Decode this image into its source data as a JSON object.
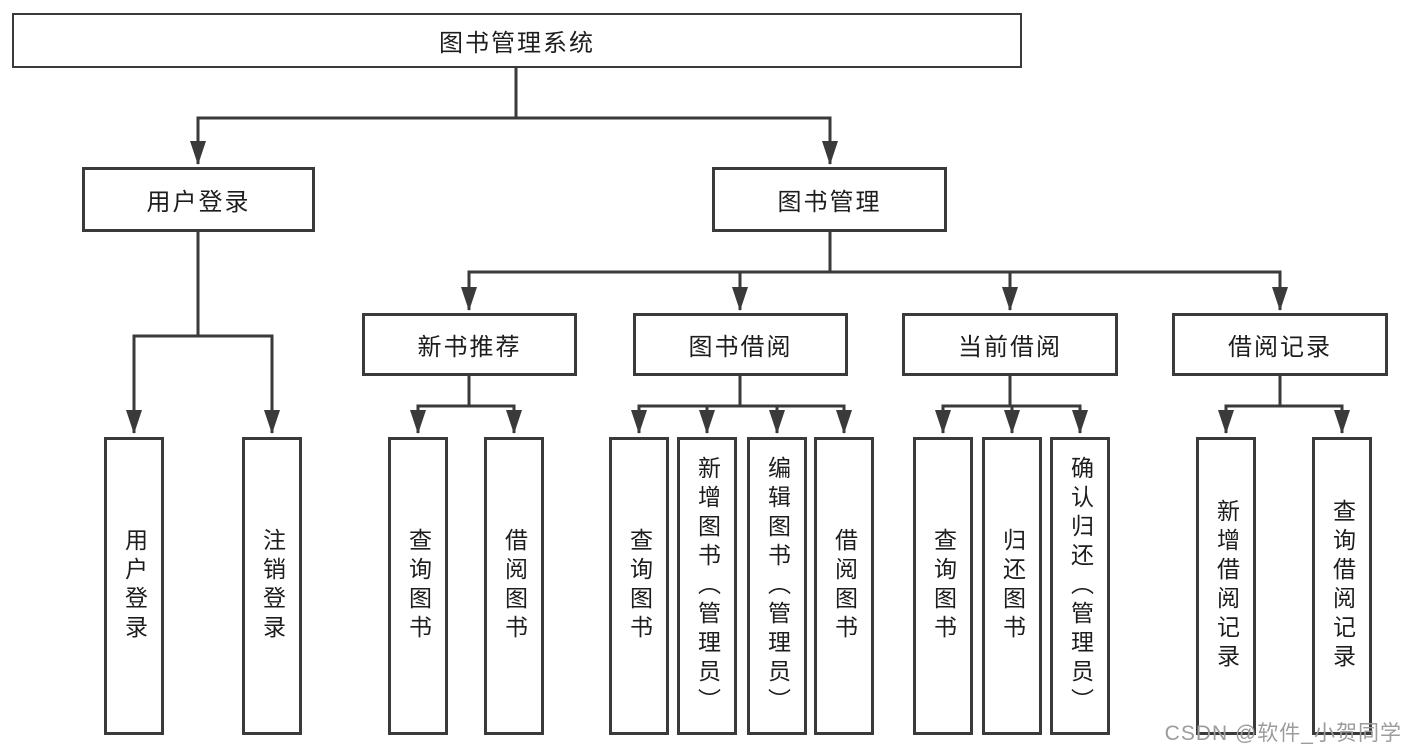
{
  "page": {
    "background": "#ffffff"
  },
  "colors": {
    "line": "#3a3a3a",
    "box_border": "#3a3a3a",
    "box_text": "#1d1d1d",
    "watermark": "#9c9c9c"
  },
  "watermark": {
    "text": "CSDN @软件_小贺同学"
  },
  "tree": {
    "root": {
      "label": "图书管理系统"
    },
    "level2": {
      "user_login": {
        "label": "用户登录"
      },
      "book_management": {
        "label": "图书管理"
      }
    },
    "level3": {
      "new_book_recommend": {
        "label": "新书推荐"
      },
      "book_borrow": {
        "label": "图书借阅"
      },
      "current_borrow": {
        "label": "当前借阅"
      },
      "borrow_records": {
        "label": "借阅记录"
      }
    },
    "leaves": {
      "user_login": {
        "label": "用户登录"
      },
      "logout_login": {
        "label": "注销登录"
      },
      "recommend_query_book": {
        "label": "查询图书"
      },
      "recommend_borrow_book": {
        "label": "借阅图书"
      },
      "borrow_query_book": {
        "label": "查询图书"
      },
      "borrow_add_book": {
        "label": "新增图书（管理员）"
      },
      "borrow_edit_book": {
        "label": "编辑图书（管理员）"
      },
      "borrow_borrow_book": {
        "label": "借阅图书"
      },
      "current_query_book": {
        "label": "查询图书"
      },
      "current_return_book": {
        "label": "归还图书"
      },
      "current_confirm_return": {
        "label": "确认归还（管理员）"
      },
      "records_add_record": {
        "label": "新增借阅记录"
      },
      "records_query_record": {
        "label": "查询借阅记录"
      }
    }
  }
}
